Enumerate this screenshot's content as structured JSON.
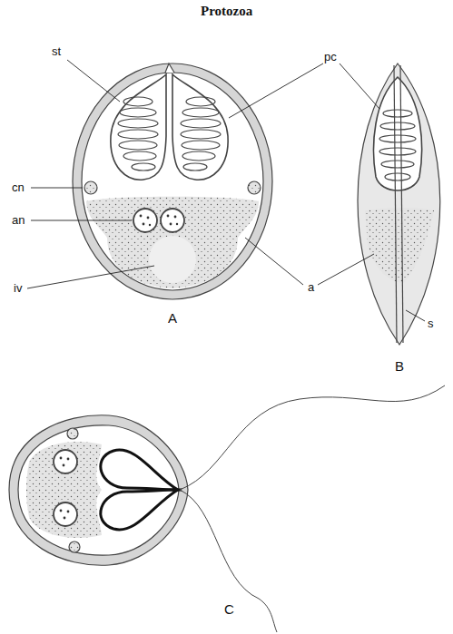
{
  "diagram": {
    "title": "Protozoa",
    "labels": [
      "st",
      "pc",
      "cn",
      "an",
      "iv",
      "a",
      "s",
      "A",
      "B",
      "C"
    ]
  }
}
